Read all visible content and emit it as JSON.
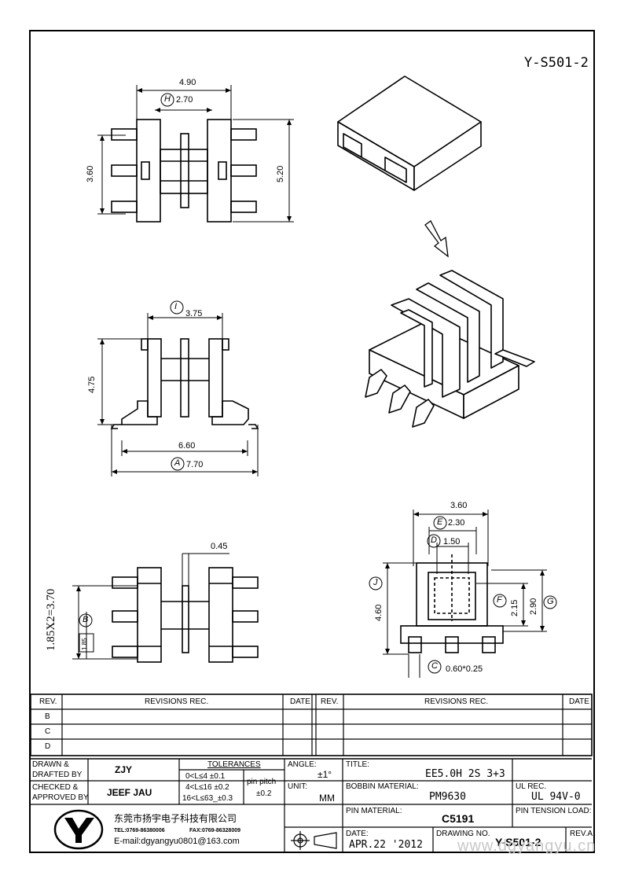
{
  "doc_code": "Y-S501-2",
  "dims": {
    "top_width": "4.90",
    "h_label": "H",
    "h_value": "2.70",
    "left_height": "3.60",
    "right_height": "5.20",
    "i_label": "I",
    "i_value": "3.75",
    "side_height": "4.75",
    "inner_width": "6.60",
    "a_label": "A",
    "a_value": "7.70",
    "pitch_text": "1.85X2=3.70",
    "b_label": "B",
    "b_value": "1.85",
    "pin_width": "0.45",
    "e_label": "E",
    "e_value": "2.30",
    "d_label": "D",
    "d_value": "1.50",
    "end_width": "3.60",
    "j_label": "J",
    "j_value": "4.60",
    "f_label": "F",
    "f_value": "2.15",
    "g_label": "G",
    "g_value": "2.90",
    "c_label": "C",
    "c_value": "0.60*0.25"
  },
  "revisions": {
    "rev_header": "REV.",
    "rec_header": "REVISIONS   REC.",
    "date_header": "DATE",
    "rows": [
      "B",
      "C",
      "D"
    ]
  },
  "title_block": {
    "drawn_label_1": "DRAWN &",
    "drawn_label_2": "DRAFTED BY",
    "drawn_value": "ZJY",
    "checked_label_1": "CHECKED &",
    "checked_label_2": "APPROVED BY",
    "checked_value": "JEEF JAU",
    "tolerances_header": "TOLERANCES",
    "tol_1": "0<L≤4   ±0.1",
    "tol_2": "4<L≤16  ±0.2",
    "tol_3": "16<L≤63_±0.3",
    "pin_pitch_label": "pin pitch",
    "pin_pitch_value": "±0.2",
    "angle_label": "ANGLE:",
    "angle_value": "±1°",
    "unit_label": "UNIT:",
    "unit_value": "MM",
    "title_label": "TITLE:",
    "title_value": "EE5.0H 2S 3+3",
    "bobbin_label": "BOBBIN MATERIAL:",
    "bobbin_value": "PM9630",
    "ul_label": "UL REC.",
    "ul_value": "UL 94V-0",
    "pin_material_label": "PIN MATERIAL:",
    "pin_material_value": "C5191",
    "pin_tension_label": "PIN TENSION LOAD:",
    "date_label": "DATE:",
    "date_value": "APR.22 '2012",
    "drawing_no_label": "DRAWING NO.",
    "drawing_no_value": "Y-S501-2",
    "rev_label": "REV.A",
    "company_name": "东莞市扬宇电子科技有限公司",
    "tel": "TEL:0769-86380006",
    "fax": "FAX:0769-86328009",
    "email": "E-mail:dgyangyu0801@163.com",
    "watermark": "www.dgyangyu.cn"
  }
}
